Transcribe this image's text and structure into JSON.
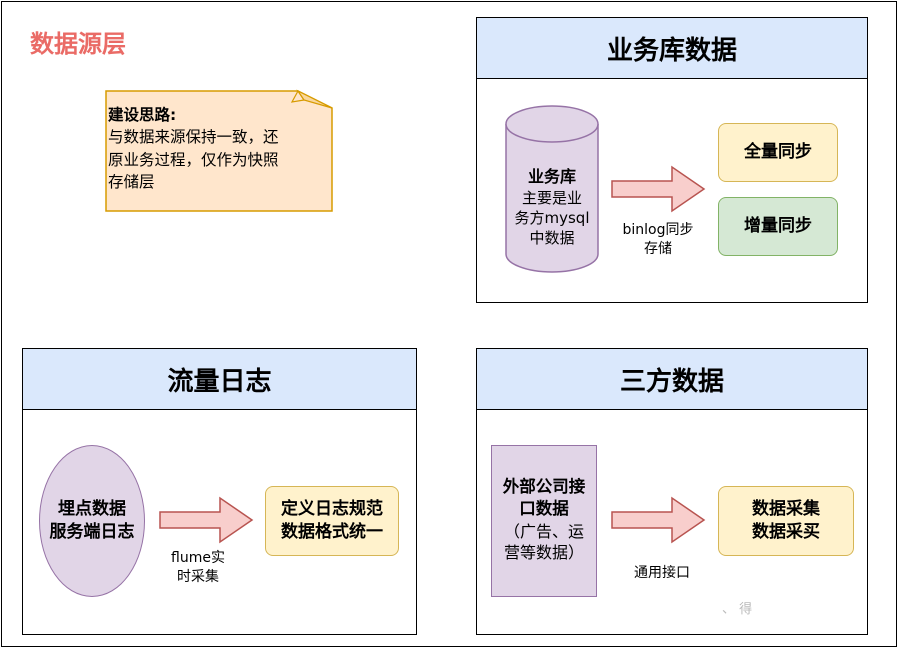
{
  "layer_title": "数据源层",
  "note": {
    "heading": "建设思路:",
    "body_lines": [
      "与数据来源保持一致，还",
      "原业务过程，仅作为快照",
      "存储层"
    ]
  },
  "business_db": {
    "header": "业务库数据",
    "cylinder_title": "业务库",
    "cylinder_lines": [
      "主要是业",
      "务方mysql",
      "中数据"
    ],
    "arrow_label_lines": [
      "binlog同步",
      "存储"
    ],
    "full_sync": "全量同步",
    "incremental_sync": "增量同步"
  },
  "traffic_log": {
    "header": "流量日志",
    "ellipse_lines": [
      "埋点数据",
      "服务端日志"
    ],
    "arrow_label_lines": [
      "flume实",
      "时采集"
    ],
    "result_lines": [
      "定义日志规范",
      "数据格式统一"
    ]
  },
  "third_party": {
    "header": "三方数据",
    "source_title_lines": [
      "外部公司接",
      "口数据"
    ],
    "source_sub_lines": [
      "（广告、运",
      "营等数据）"
    ],
    "arrow_label": "通用接口",
    "result_lines": [
      "数据采集",
      "数据采买"
    ]
  },
  "watermark": "、      得"
}
